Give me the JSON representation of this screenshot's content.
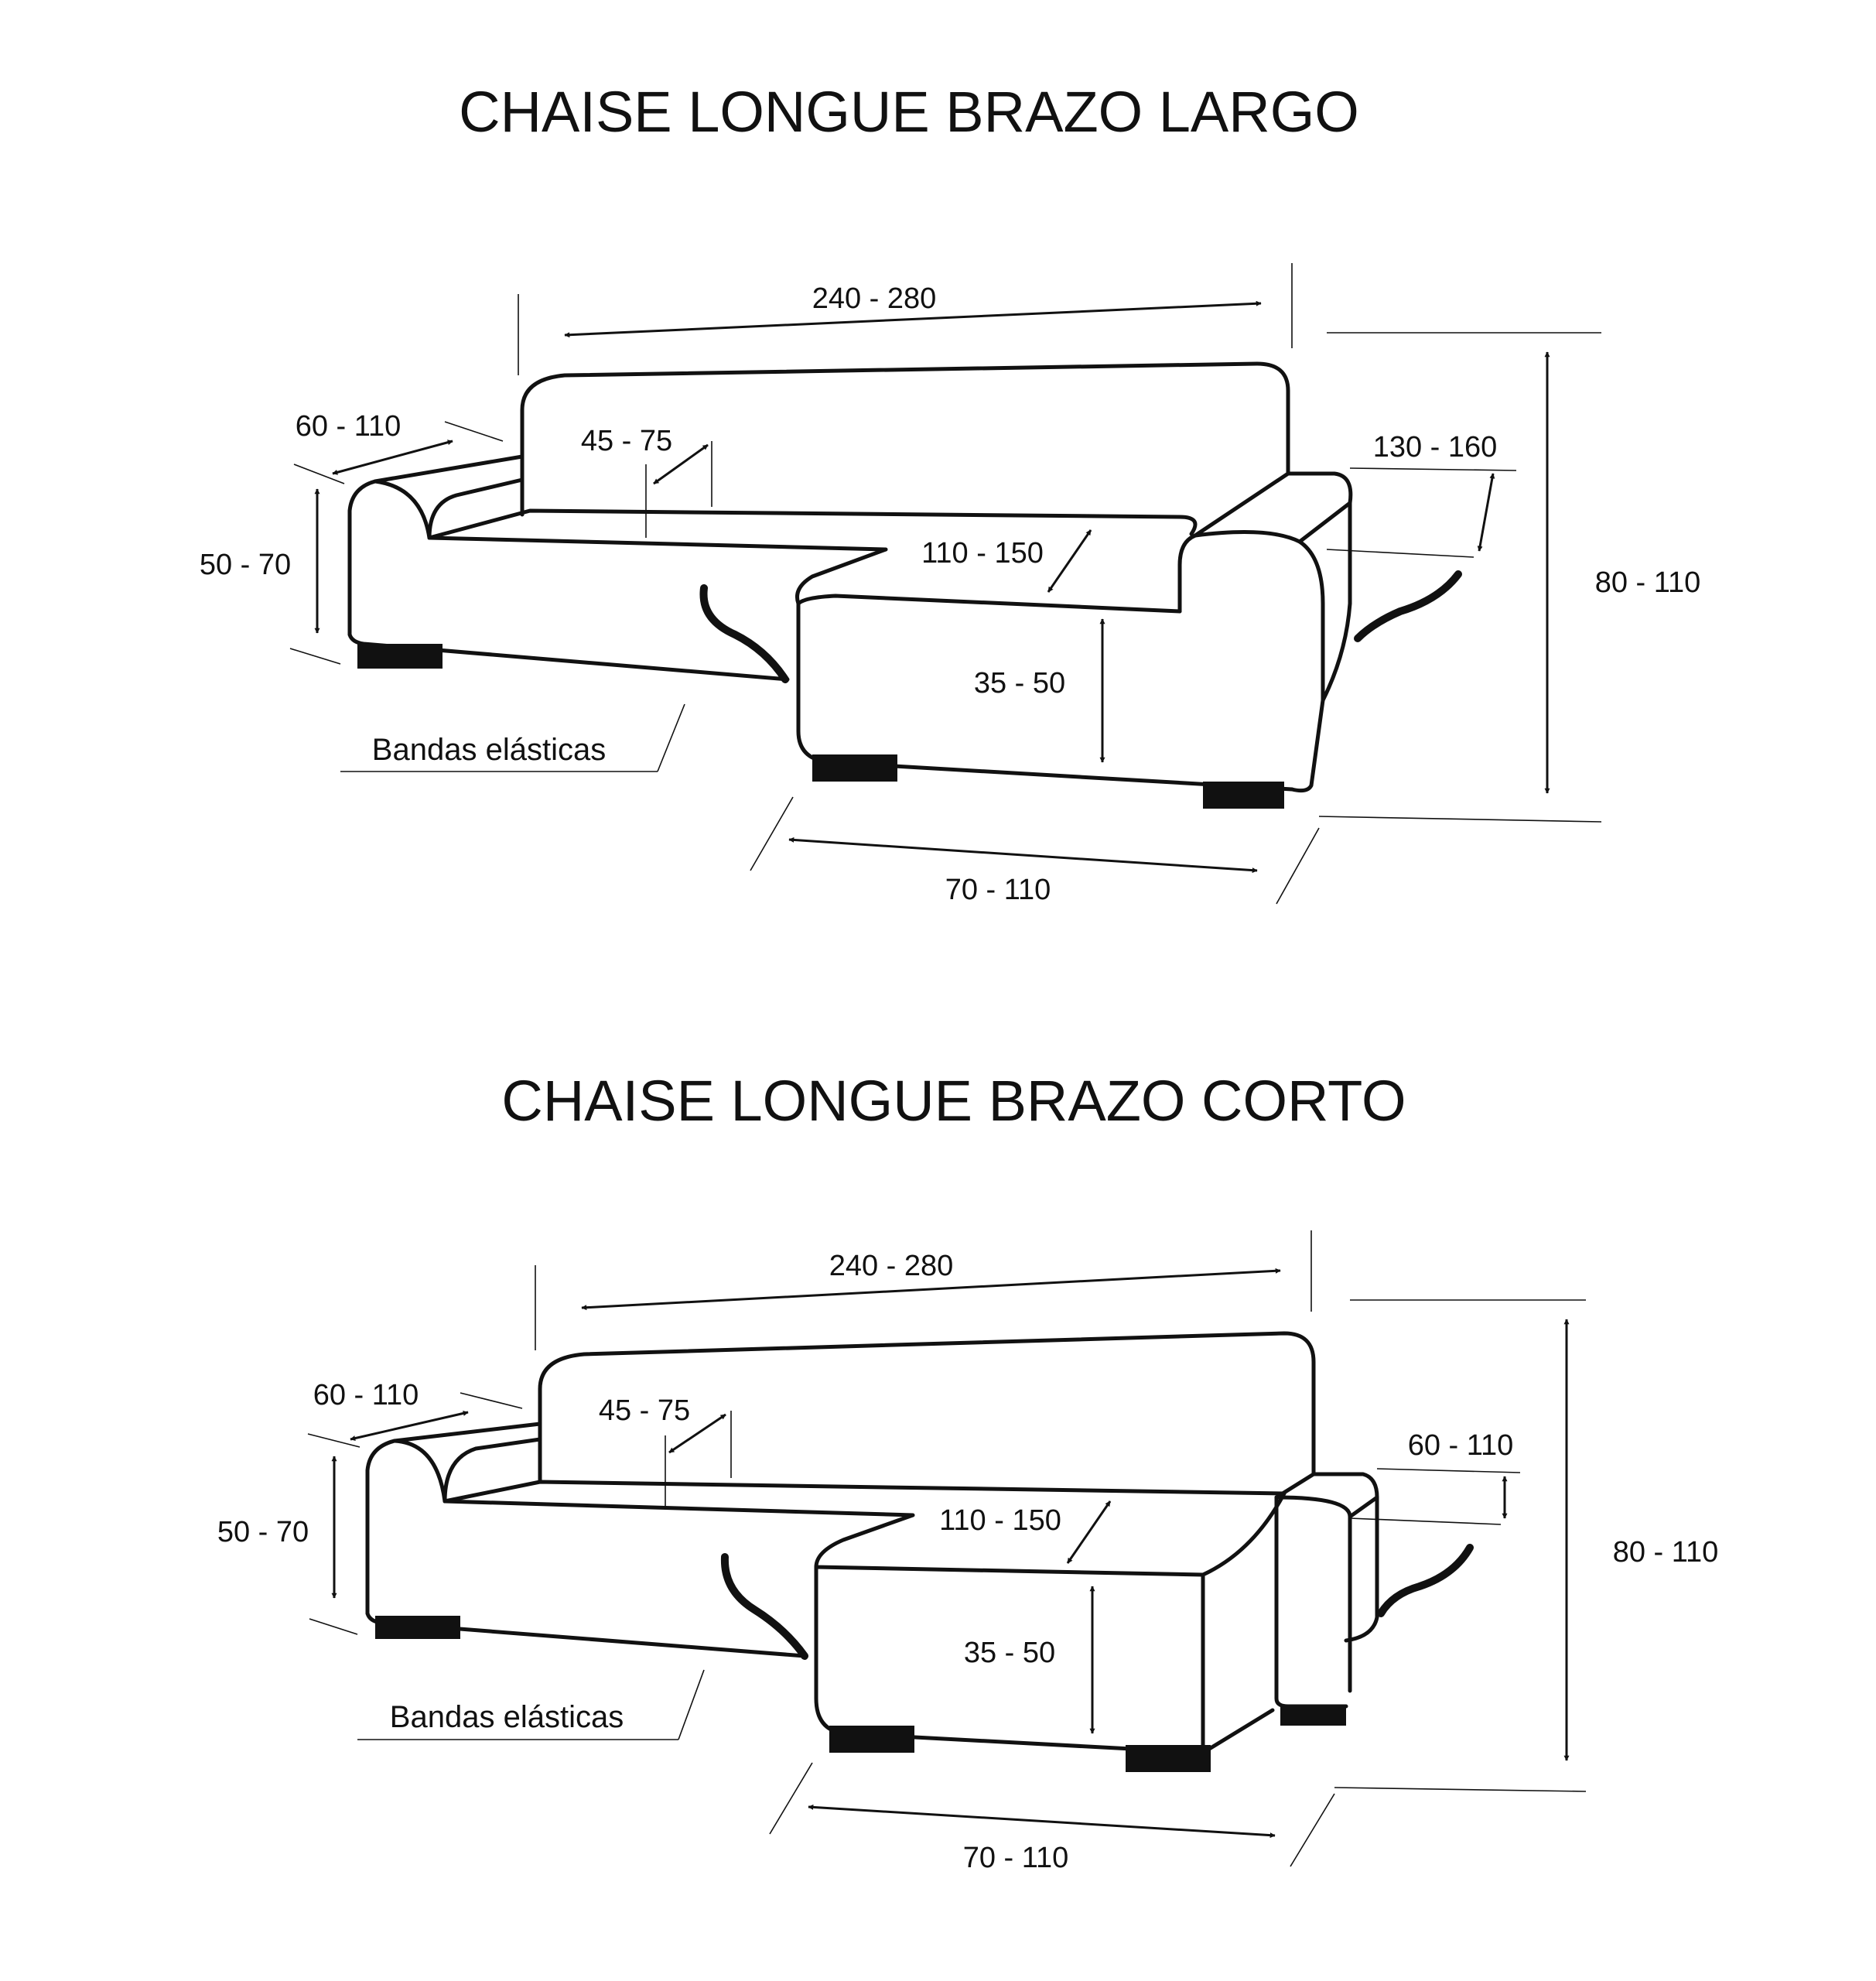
{
  "diagrams": [
    {
      "title": "CHAISE LONGUE BRAZO LARGO",
      "dimensions": {
        "back_width": "240 - 280",
        "arm_depth": "60 - 110",
        "seat_depth": "45 - 75",
        "chaise_width": "130 - 160",
        "arm_height": "50 - 70",
        "chaise_depth": "110 - 150",
        "total_height": "80 - 110",
        "seat_height": "35 - 50",
        "chaise_front": "70 - 110"
      },
      "note": "Bandas elásticas"
    },
    {
      "title": "CHAISE LONGUE BRAZO CORTO",
      "dimensions": {
        "back_width": "240 - 280",
        "arm_depth": "60 - 110",
        "seat_depth": "45 - 75",
        "chaise_width": "60 - 110",
        "arm_height": "50 - 70",
        "chaise_depth": "110 - 150",
        "total_height": "80 - 110",
        "seat_height": "35 - 50",
        "chaise_front": "70 - 110"
      },
      "note": "Bandas elásticas"
    }
  ]
}
